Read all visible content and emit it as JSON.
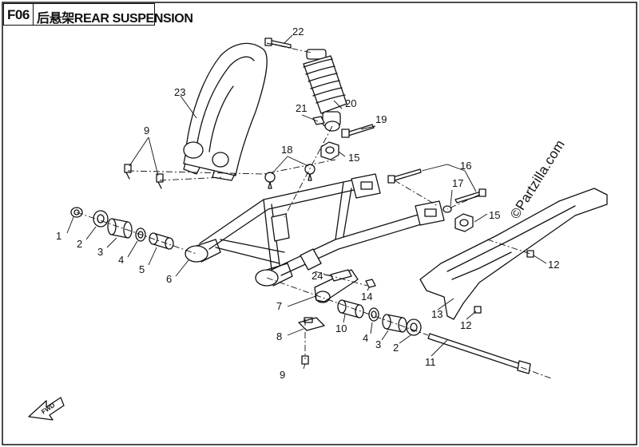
{
  "header": {
    "code": "F06",
    "title": "后悬架REAR SUSPENSION"
  },
  "watermark": "©Partzilla.com",
  "fwd_label": "FWD",
  "callouts": [
    {
      "id": "c1",
      "label": "1"
    },
    {
      "id": "c2a",
      "label": "2"
    },
    {
      "id": "c3a",
      "label": "3"
    },
    {
      "id": "c4a",
      "label": "4"
    },
    {
      "id": "c5",
      "label": "5"
    },
    {
      "id": "c6",
      "label": "6"
    },
    {
      "id": "c7",
      "label": "7"
    },
    {
      "id": "c8",
      "label": "8"
    },
    {
      "id": "c9a",
      "label": "9"
    },
    {
      "id": "c9b",
      "label": "9"
    },
    {
      "id": "c10",
      "label": "10"
    },
    {
      "id": "c4b",
      "label": "4"
    },
    {
      "id": "c3b",
      "label": "3"
    },
    {
      "id": "c2b",
      "label": "2"
    },
    {
      "id": "c11",
      "label": "11"
    },
    {
      "id": "c12a",
      "label": "12"
    },
    {
      "id": "c12b",
      "label": "12"
    },
    {
      "id": "c13",
      "label": "13"
    },
    {
      "id": "c14",
      "label": "14"
    },
    {
      "id": "c24",
      "label": "24"
    },
    {
      "id": "c15a",
      "label": "15"
    },
    {
      "id": "c15b",
      "label": "15"
    },
    {
      "id": "c16",
      "label": "16"
    },
    {
      "id": "c17",
      "label": "17"
    },
    {
      "id": "c18",
      "label": "18"
    },
    {
      "id": "c19",
      "label": "19"
    },
    {
      "id": "c20",
      "label": "20"
    },
    {
      "id": "c21",
      "label": "21"
    },
    {
      "id": "c22",
      "label": "22"
    },
    {
      "id": "c23",
      "label": "23"
    }
  ],
  "colors": {
    "line": "#111111",
    "background": "#ffffff"
  }
}
